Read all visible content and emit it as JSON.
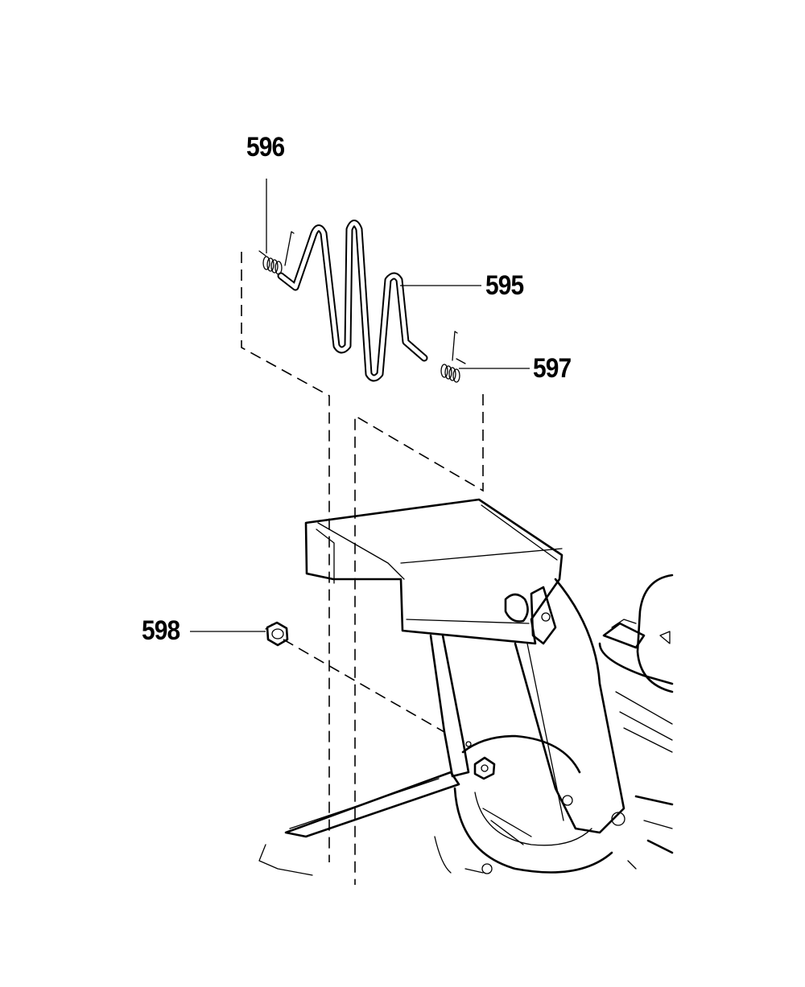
{
  "callouts": {
    "part_596": "596",
    "part_595": "595",
    "part_597": "597",
    "part_598": "598"
  }
}
